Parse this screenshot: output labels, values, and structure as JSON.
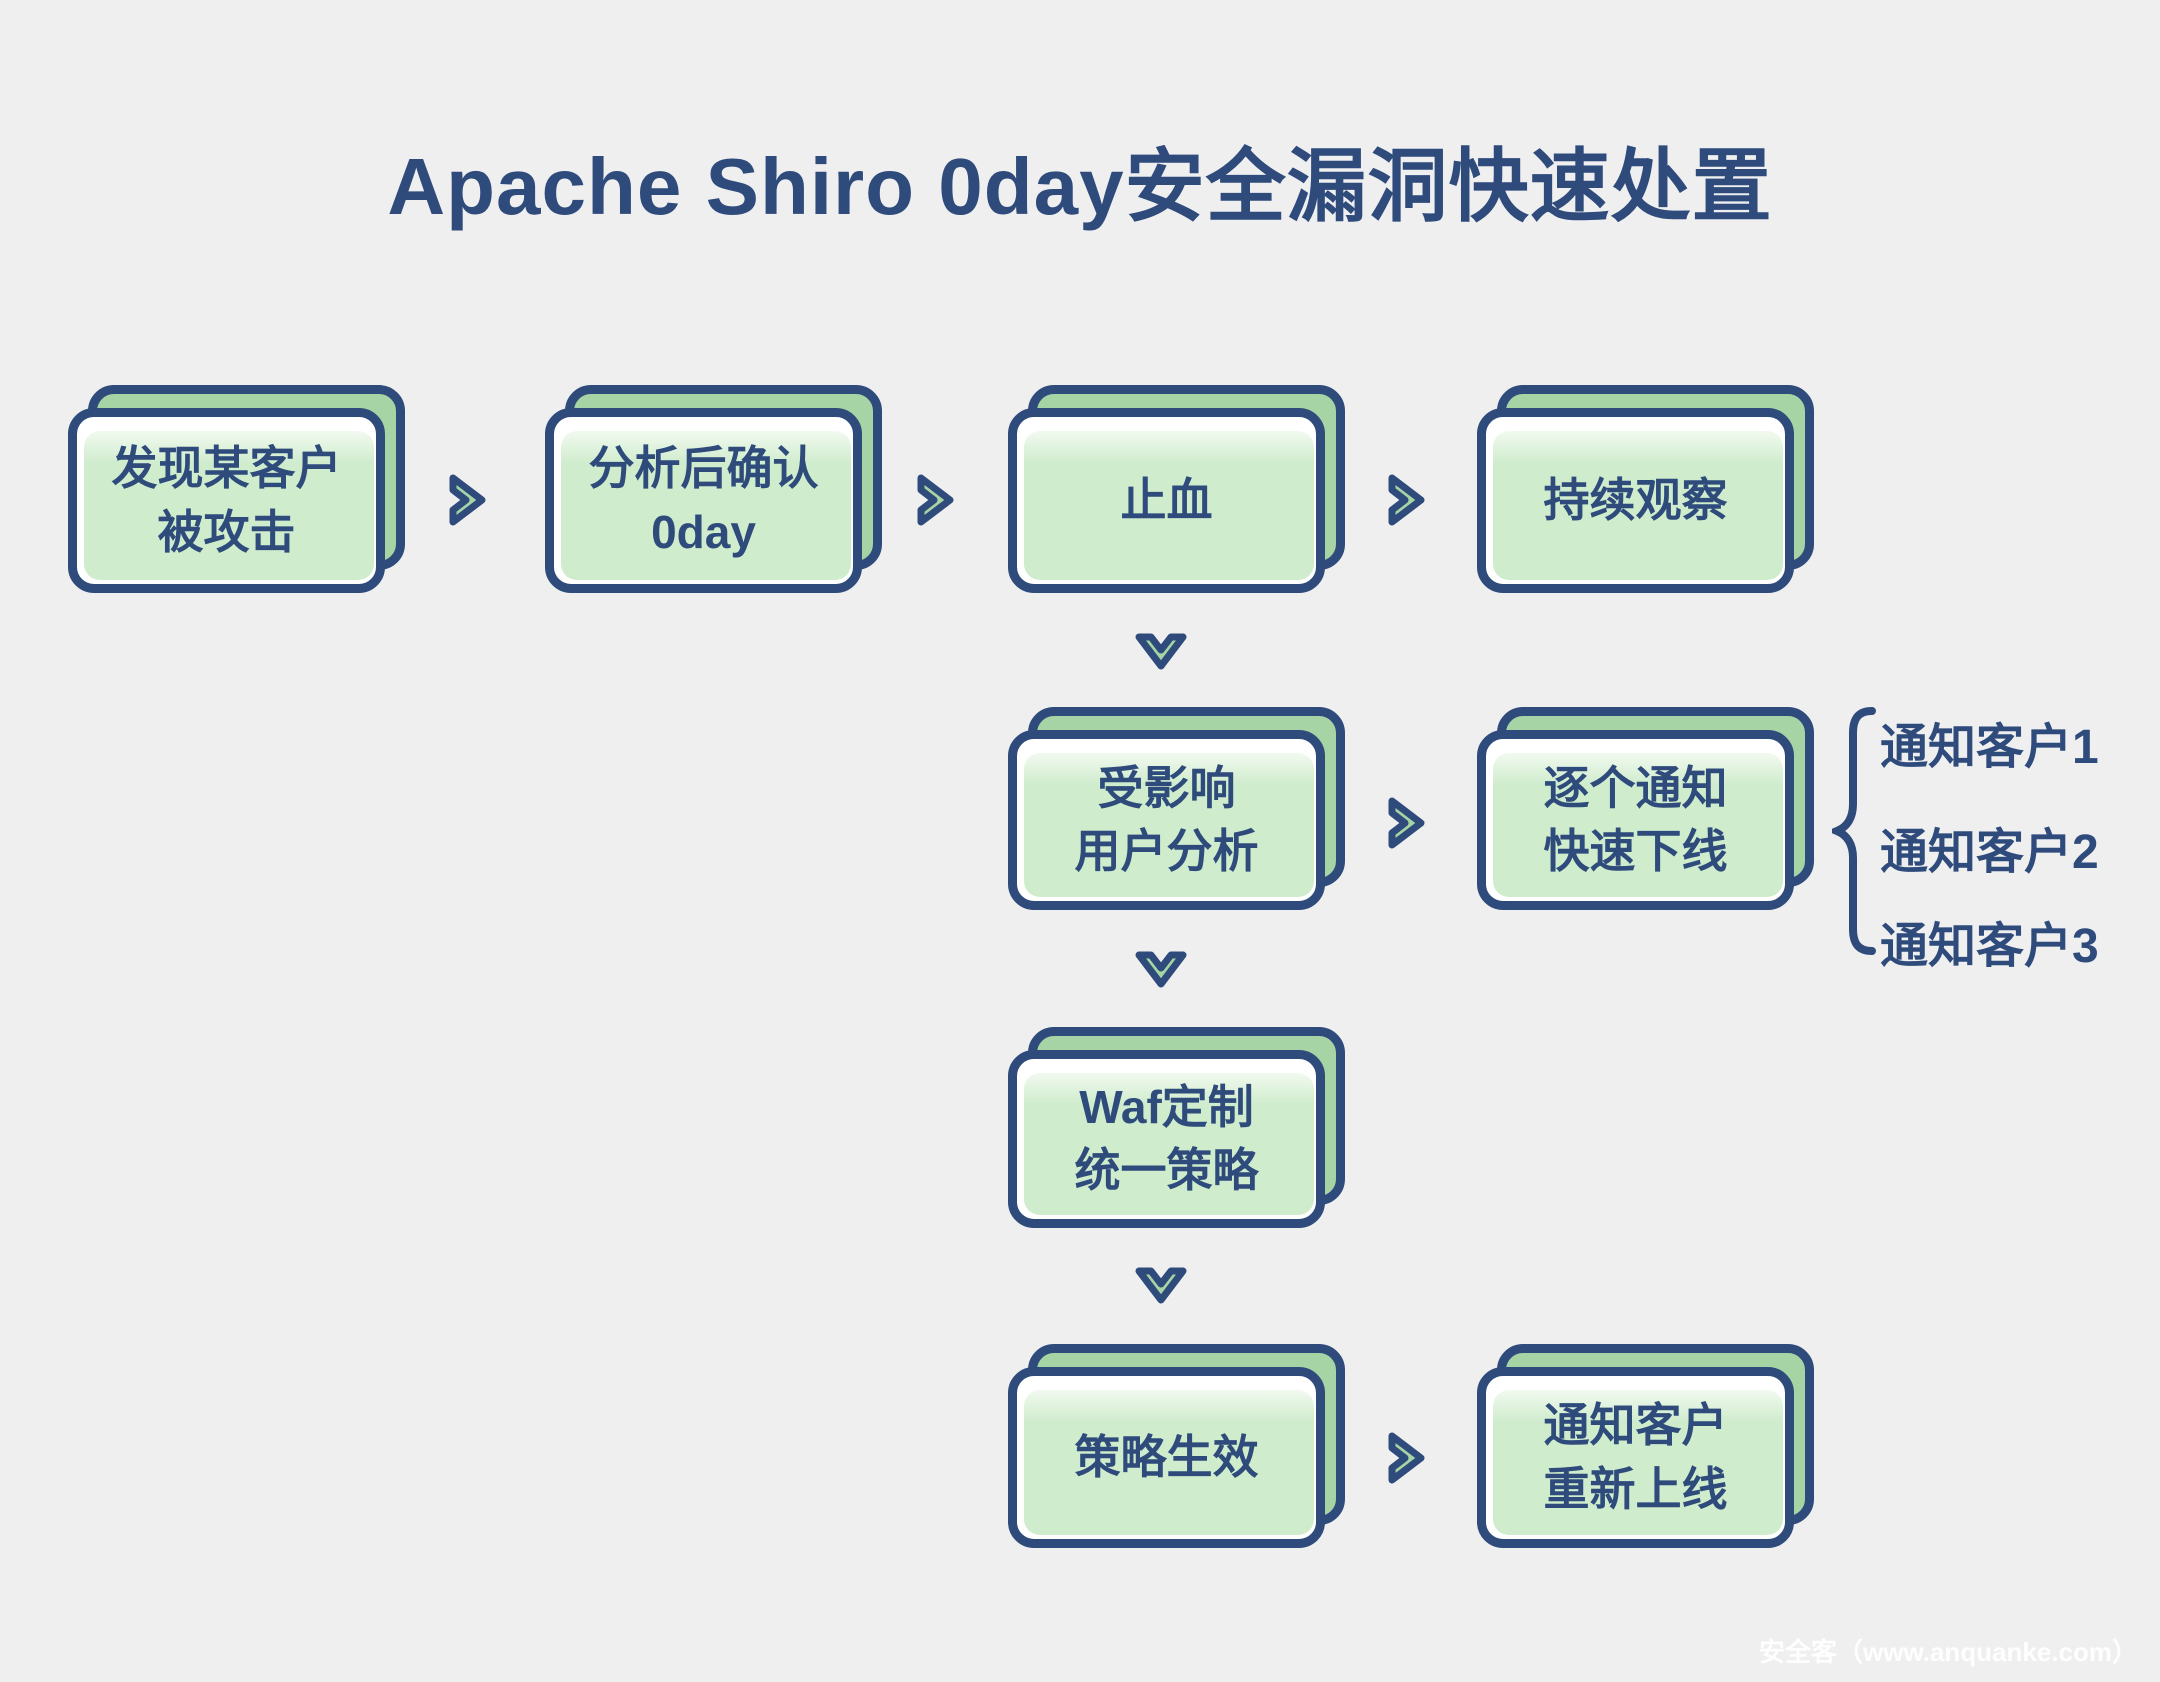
{
  "title": "Apache Shiro 0day安全漏洞快速处置",
  "watermark": "安全客（www.anquanke.com）",
  "nodes": [
    {
      "id": "discover-attack",
      "label": "发现某客户\n被攻击"
    },
    {
      "id": "confirm-0day",
      "label": "分析后确认\n0day"
    },
    {
      "id": "stop-bleeding",
      "label": "止血"
    },
    {
      "id": "continuous-observation",
      "label": "持续观察"
    },
    {
      "id": "impact-analysis",
      "label": "受影响\n用户分析"
    },
    {
      "id": "notify-offline",
      "label": "逐个通知\n快速下线"
    },
    {
      "id": "waf-policy",
      "label": "Waf定制\n统一策略"
    },
    {
      "id": "policy-effective",
      "label": "策略生效"
    },
    {
      "id": "notify-online",
      "label": "通知客户\n重新上线"
    }
  ],
  "branch_labels": [
    "通知客户1",
    "通知客户2",
    "通知客户3"
  ],
  "colors": {
    "background": "#efeff0",
    "navy": "#2e4b7c",
    "green_back": "#a6d4a4",
    "green_front": "#cfeccd"
  }
}
